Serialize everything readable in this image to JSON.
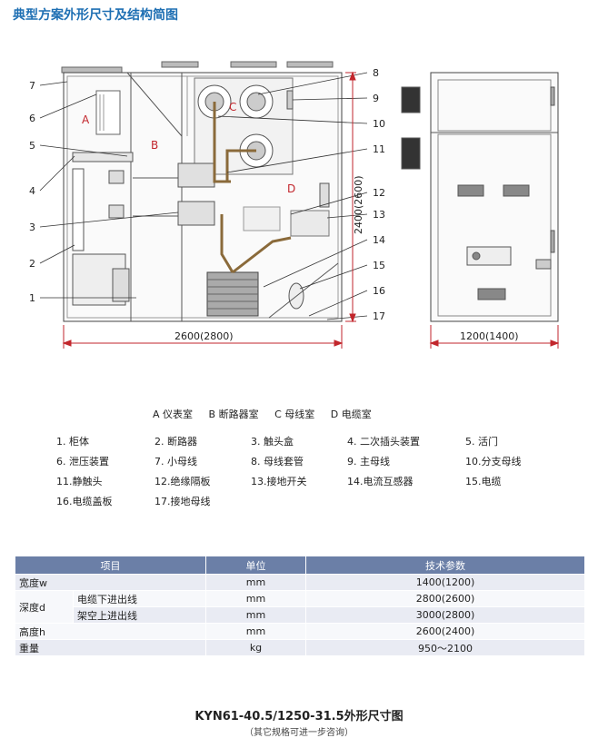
{
  "heading": "典型方案外形尺寸及结构简图",
  "diagram": {
    "callouts_left": [
      "7",
      "6",
      "5",
      "4",
      "3",
      "2",
      "1"
    ],
    "callouts_right": [
      "8",
      "9",
      "10",
      "11",
      "12",
      "13",
      "14",
      "15",
      "16",
      "17"
    ],
    "zones": [
      "A",
      "B",
      "C",
      "D"
    ],
    "dim_width_side": "2600(2800)",
    "dim_height": "2400(2600)",
    "dim_width_front": "1200(1400)"
  },
  "rooms": [
    "A 仪表室",
    "B 断路器室",
    "C 母线室",
    "D 电缆室"
  ],
  "legend": [
    "1. 柜体",
    "2. 断路器",
    "3. 触头盒",
    "4. 二次插头装置",
    "5. 活门",
    "6. 泄压装置",
    "7. 小母线",
    "8. 母线套管",
    "9. 主母线",
    "10.分支母线",
    "11.静触头",
    "12.绝缘隔板",
    "13.接地开关",
    "14.电流互感器",
    "15.电缆",
    "16.电缆盖板",
    "17.接地母线"
  ],
  "table": {
    "headers": [
      "项目",
      "单位",
      "技术参数"
    ],
    "width": {
      "label": "宽度w",
      "unit": "mm",
      "value": "1400(1200)"
    },
    "depth": {
      "label": "深度d",
      "sub1": {
        "label": "电缆下进出线",
        "unit": "mm",
        "value": "2800(2600)"
      },
      "sub2": {
        "label": "架空上进出线",
        "unit": "mm",
        "value": "3000(2800)"
      }
    },
    "height": {
      "label": "高度h",
      "unit": "mm",
      "value": "2600(2400)"
    },
    "weight": {
      "label": "重量",
      "unit": "kg",
      "value": "950～2100"
    }
  },
  "model_title": "KYN61-40.5/1250-31.5外形尺寸图",
  "footnote": "（其它规格可进一步咨询）"
}
